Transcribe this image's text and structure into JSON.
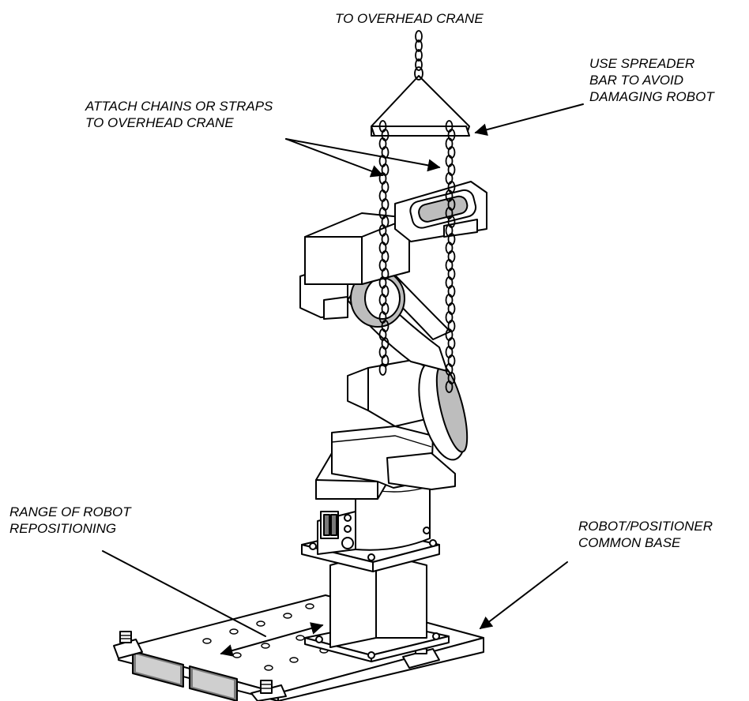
{
  "callouts": {
    "overhead_crane": [
      "TO OVERHEAD CRANE"
    ],
    "spreader_bar": [
      "USE SPREADER",
      "BAR TO AVOID",
      "DAMAGING ROBOT"
    ],
    "attach_chains": [
      "ATTACH CHAINS OR STRAPS",
      "TO OVERHEAD CRANE"
    ],
    "range": [
      "RANGE OF ROBOT",
      "REPOSITIONING"
    ],
    "common_base": [
      "ROBOT/POSITIONER",
      "COMMON BASE"
    ]
  }
}
